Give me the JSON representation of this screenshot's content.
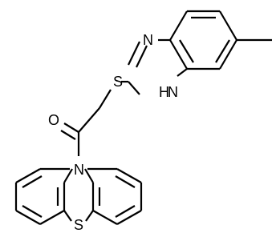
{
  "molecule": {
    "atom_labels": {
      "sulfur_linker": "S",
      "sulfur_ring": "S",
      "oxygen": "O",
      "ring_nitrogen_upper": "N",
      "ring_nitrogen_nh_top": "H",
      "ring_nitrogen_nh_bottom": "N",
      "phenothiazine_nitrogen": "N"
    }
  }
}
